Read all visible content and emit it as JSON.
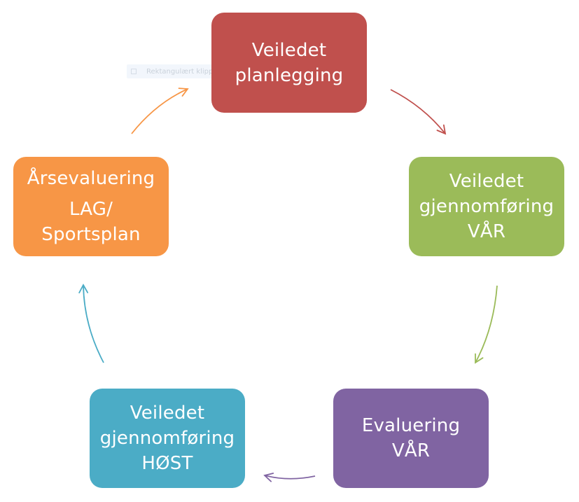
{
  "nodes": {
    "plan": {
      "lines": [
        "Veiledet",
        "planlegging"
      ],
      "color": "#c0504d"
    },
    "vaar": {
      "lines": [
        "Veiledet",
        "gjennomføring",
        "VÅR"
      ],
      "color": "#9bbb59"
    },
    "eval": {
      "lines": [
        "Evaluering",
        "VÅR"
      ],
      "color": "#8064a2"
    },
    "host": {
      "lines": [
        "Veiledet",
        "gjennomføring",
        "HØST"
      ],
      "color": "#4bacc6"
    },
    "aars": {
      "lines": [
        "Årsevaluering",
        "LAG/",
        "Sportsplan"
      ],
      "color": "#f79646"
    }
  },
  "tooltip": {
    "text": "Rektangulært klipp"
  }
}
